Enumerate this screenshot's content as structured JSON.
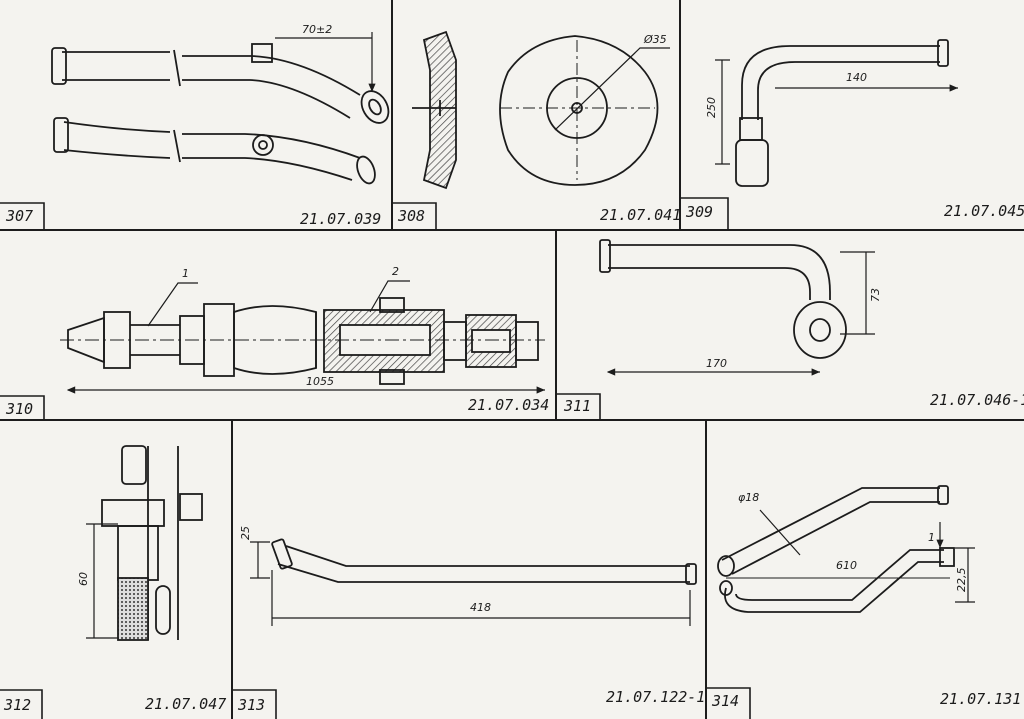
{
  "panels": [
    {
      "number": "307",
      "code": "21.07.039",
      "dims": [
        "70±2"
      ]
    },
    {
      "number": "308",
      "code": "21.07.041",
      "dims": [
        "Ø35"
      ]
    },
    {
      "number": "309",
      "code": "21.07.045",
      "dims": [
        "250",
        "140"
      ]
    },
    {
      "number": "310",
      "code": "21.07.034",
      "dims": [
        "1055",
        "1",
        "2"
      ]
    },
    {
      "number": "311",
      "code": "21.07.046-1",
      "dims": [
        "73",
        "170"
      ]
    },
    {
      "number": "312",
      "code": "21.07.047",
      "dims": [
        "60"
      ]
    },
    {
      "number": "313",
      "code": "21.07.122-1",
      "dims": [
        "25",
        "418"
      ]
    },
    {
      "number": "314",
      "code": "21.07.131",
      "dims": [
        "φ18",
        "610",
        "1",
        "22,5"
      ]
    }
  ],
  "colors": {
    "paper": "#f4f3ef",
    "ink": "#1c1c1c",
    "hatch": "#555555"
  }
}
